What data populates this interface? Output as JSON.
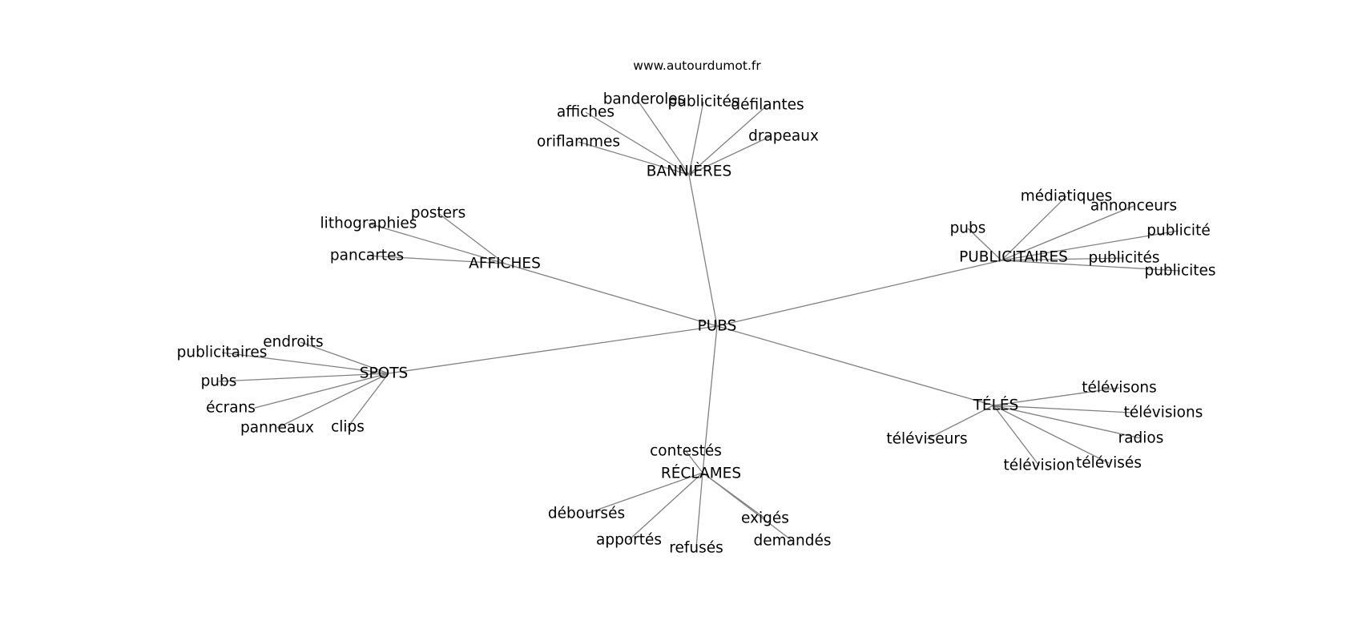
{
  "source_label": "www.autourdumot.fr",
  "center": "PUBS",
  "groups": [
    {
      "label": "BANNIÈRES",
      "words": [
        "banderoles",
        "publicités",
        "affiches",
        "défilantes",
        "oriflammes",
        "drapeaux"
      ]
    },
    {
      "label": "AFFICHES",
      "words": [
        "posters",
        "lithographies",
        "pancartes"
      ]
    },
    {
      "label": "PUBLICITAIRES",
      "words": [
        "médiatiques",
        "annonceurs",
        "pubs",
        "publicité",
        "publicités",
        "publicites"
      ]
    },
    {
      "label": "SPOTS",
      "words": [
        "endroits",
        "publicitaires",
        "pubs",
        "écrans",
        "panneaux",
        "clips"
      ]
    },
    {
      "label": "TÉLÉS",
      "words": [
        "télévisons",
        "télévisions",
        "téléviseurs",
        "radios",
        "télévision",
        "télévisés"
      ]
    },
    {
      "label": "RÉCLAMES",
      "words": [
        "contestés",
        "déboursés",
        "exigés",
        "apportés",
        "refusés",
        "demandés"
      ]
    }
  ]
}
